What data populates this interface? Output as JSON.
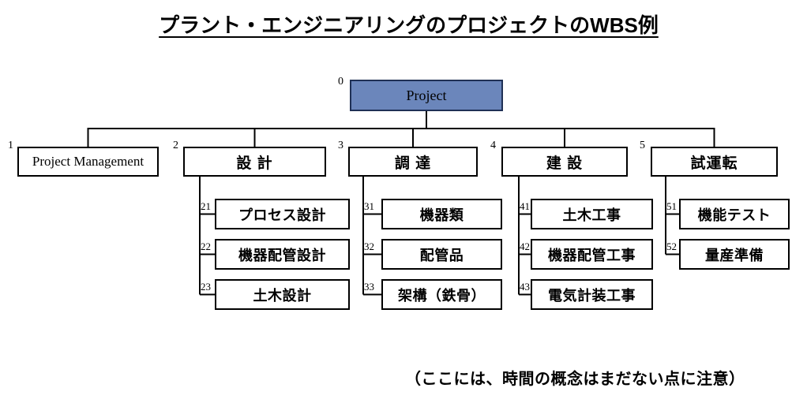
{
  "title": "プラント・エンジニアリングのプロジェクトのWBS例",
  "note": "（ここには、時間の概念はまだない点に注意）",
  "colors": {
    "root_fill": "#6b86bb",
    "root_border": "#1f3055",
    "box_border": "#000000",
    "background": "#ffffff"
  },
  "root": {
    "number": "0",
    "label": "Project"
  },
  "level1": [
    {
      "number": "1",
      "label": "Project Management",
      "children": []
    },
    {
      "number": "2",
      "label": "設 計",
      "children": [
        {
          "number": "21",
          "label": "プロセス設計"
        },
        {
          "number": "22",
          "label": "機器配管設計"
        },
        {
          "number": "23",
          "label": "土木設計"
        }
      ]
    },
    {
      "number": "3",
      "label": "調 達",
      "children": [
        {
          "number": "31",
          "label": "機器類"
        },
        {
          "number": "32",
          "label": "配管品"
        },
        {
          "number": "33",
          "label": "架構（鉄骨）"
        }
      ]
    },
    {
      "number": "4",
      "label": "建 設",
      "children": [
        {
          "number": "41",
          "label": "土木工事"
        },
        {
          "number": "42",
          "label": "機器配管工事"
        },
        {
          "number": "43",
          "label": "電気計装工事"
        }
      ]
    },
    {
      "number": "5",
      "label": "試運転",
      "children": [
        {
          "number": "51",
          "label": "機能テスト"
        },
        {
          "number": "52",
          "label": "量産準備"
        }
      ]
    }
  ]
}
